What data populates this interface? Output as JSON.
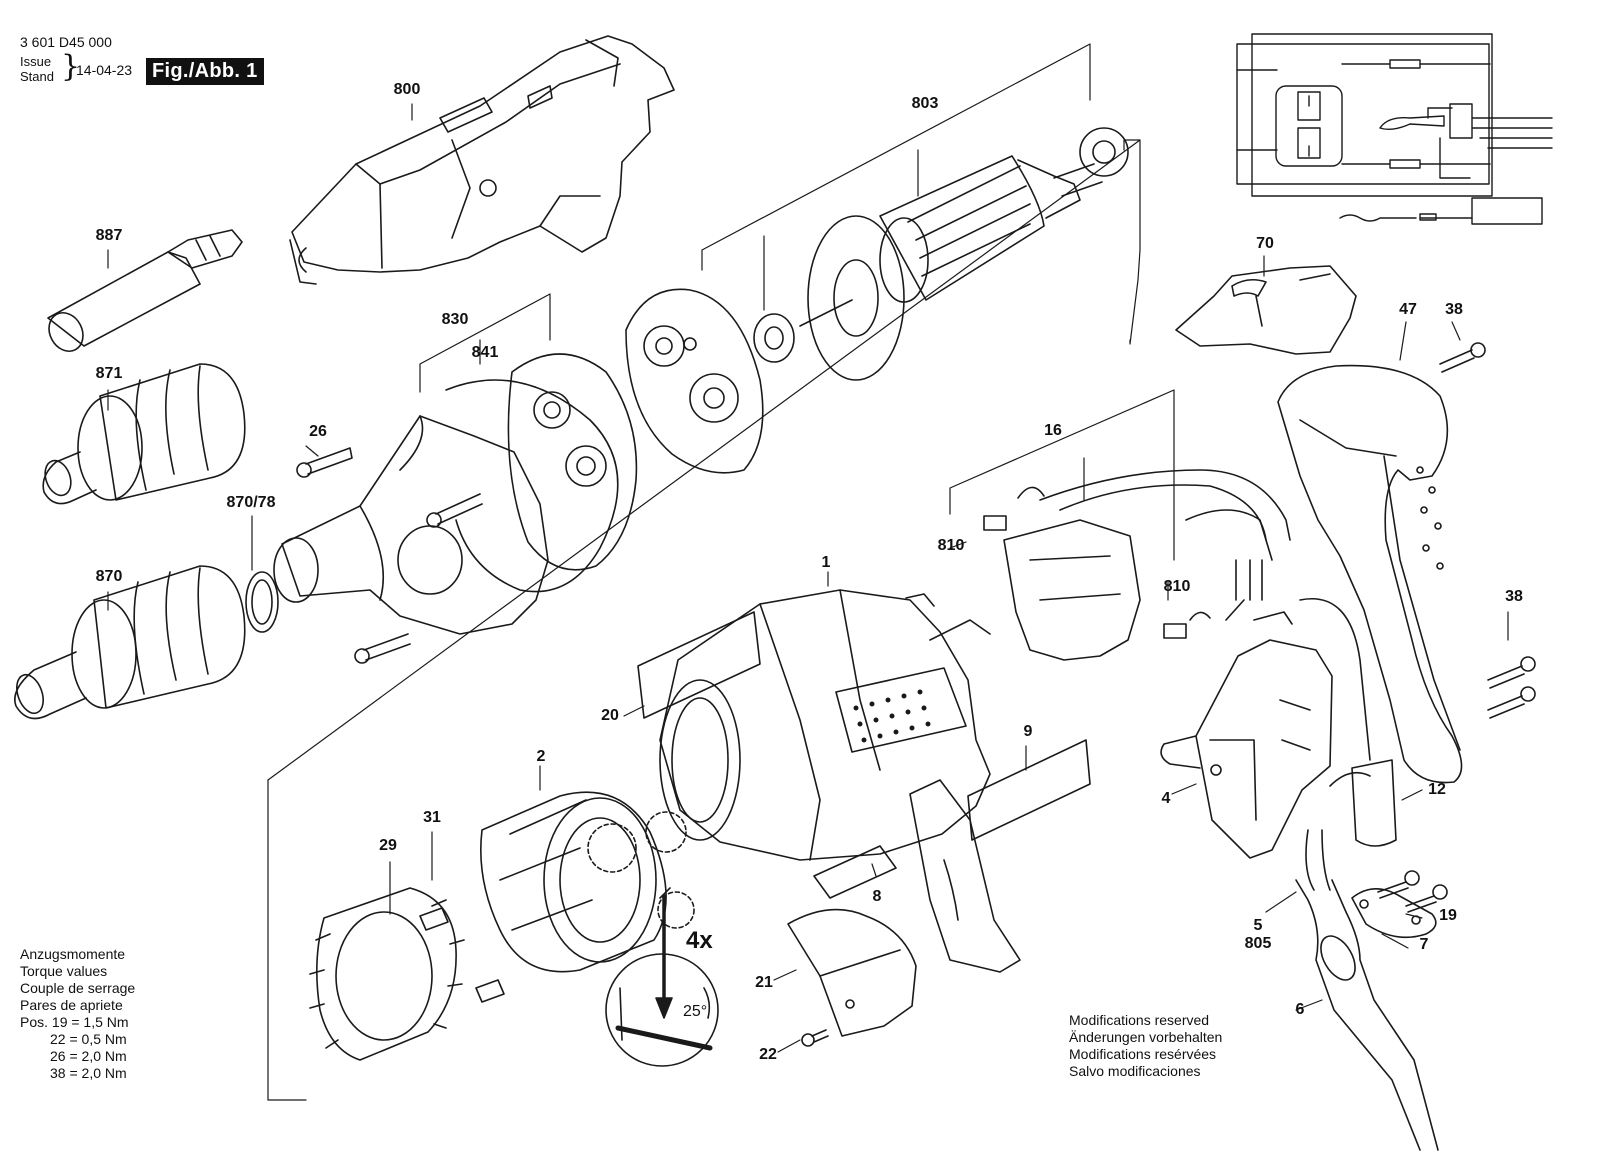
{
  "header": {
    "doc_number": "3 601 D45 000",
    "issue_label": "Issue",
    "stand_label": "Stand",
    "date": "14-04-23",
    "figure_label": "Fig./Abb. 1"
  },
  "callouts": {
    "c800": "800",
    "c803": "803",
    "c887": "887",
    "c830": "830",
    "c841": "841",
    "c871": "871",
    "c26": "26",
    "c870_78": "870/78",
    "c870": "870",
    "c70": "70",
    "c47": "47",
    "c38a": "38",
    "c38b": "38",
    "c16": "16",
    "c810a": "810",
    "c810b": "810",
    "c1": "1",
    "c20": "20",
    "c9": "9",
    "c2": "2",
    "c4": "4",
    "c12": "12",
    "c31": "31",
    "c29": "29",
    "c8": "8",
    "c19": "19",
    "c7": "7",
    "c5": "5",
    "c805": "805",
    "c21": "21",
    "c6": "6",
    "c22": "22"
  },
  "detail": {
    "count_label": "4x",
    "angle_label": "25°"
  },
  "torque": {
    "title_de": "Anzugsmomente",
    "title_en": "Torque values",
    "title_fr": "Couple de serrage",
    "title_es": "Pares de apriete",
    "row1": "Pos. 19 = 1,5 Nm",
    "row2": "22 = 0,5 Nm",
    "row3": "26 = 2,0 Nm",
    "row4": "38 = 2,0 Nm"
  },
  "modifications": {
    "en": "Modifications reserved",
    "de": "Änderungen vorbehalten",
    "fr": "Modifications resérvées",
    "es": "Salvo modificaciones"
  }
}
